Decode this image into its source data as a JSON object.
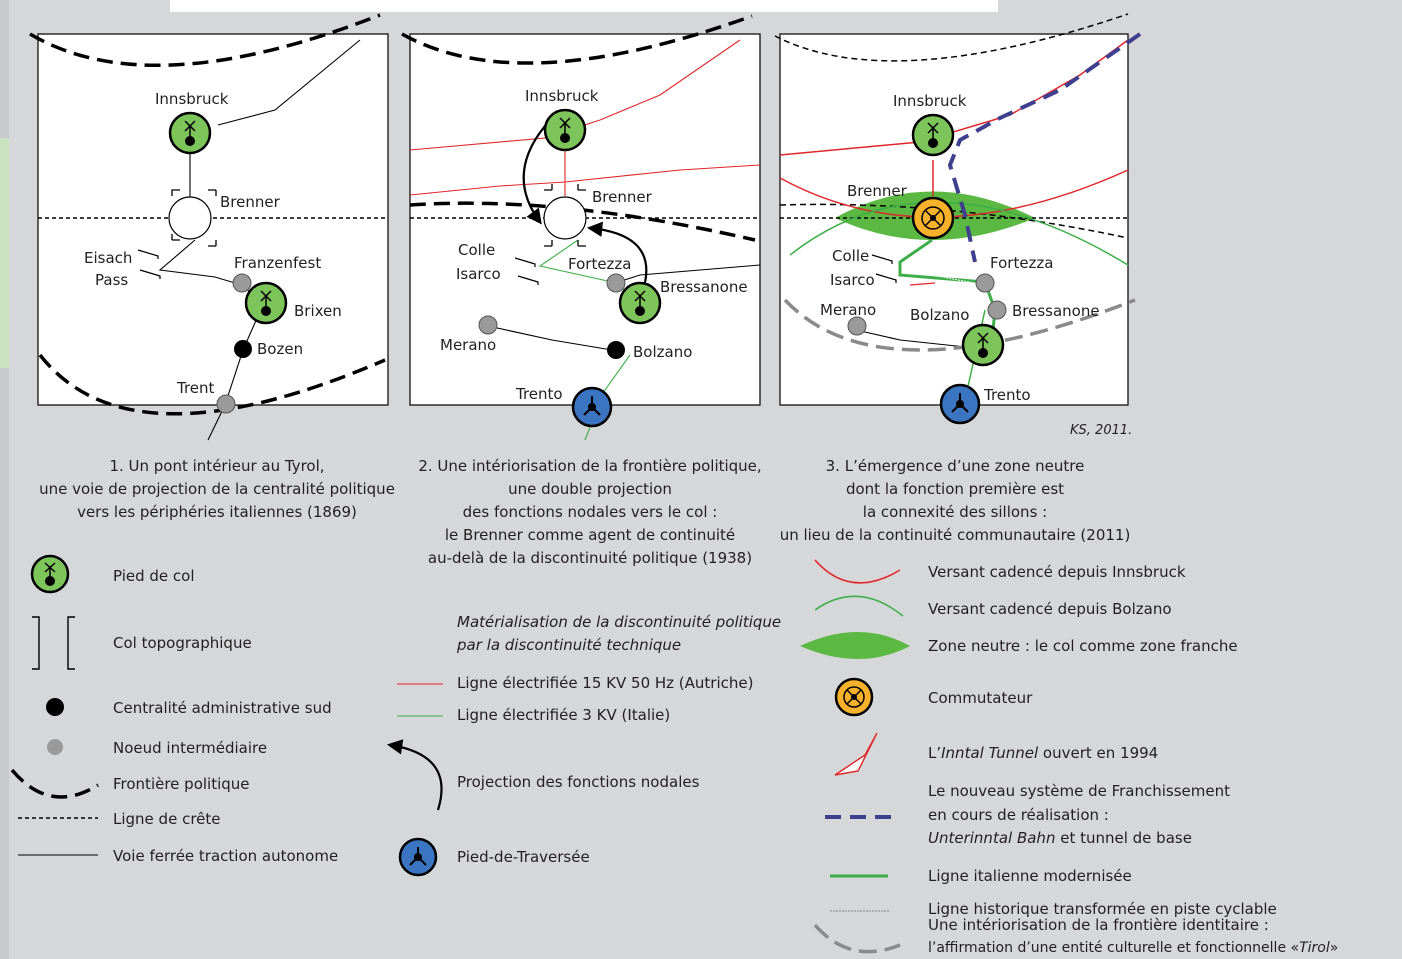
{
  "panels": [
    {
      "places": {
        "innsbruck": "Innsbruck",
        "brenner": "Brenner",
        "eisach": "Eisach",
        "pass": "Pass",
        "franzenfest": "Franzenfest",
        "brixen": "Brixen",
        "bozen": "Bozen",
        "trent": "Trent"
      },
      "caption": [
        "1.  Un pont intérieur au Tyrol,",
        "une voie de projection de la centralité politique",
        "vers les périphéries italiennes (1869)"
      ]
    },
    {
      "places": {
        "innsbruck": "Innsbruck",
        "brenner": "Brenner",
        "colle": "Colle",
        "isarco": "Isarco",
        "fortezza": "Fortezza",
        "bressanone": "Bressanone",
        "merano": "Merano",
        "bolzano": "Bolzano",
        "trento": "Trento"
      },
      "caption": [
        "2. Une intériorisation de la frontière politique,",
        "une double projection",
        "des fonctions nodales vers le col :",
        "le Brenner comme agent de continuité",
        "au-delà de la discontinuité politique (1938)"
      ]
    },
    {
      "places": {
        "innsbruck": "Innsbruck",
        "brenner": "Brenner",
        "colle": "Colle",
        "isarco": "Isarco",
        "fortezza": "Fortezza",
        "bressanone": "Bressanone",
        "merano": "Merano",
        "bolzano": "Bolzano",
        "trento": "Trento"
      },
      "caption": [
        "3. L’émergence d’une zone neutre",
        "dont la fonction première est",
        "la connexité des sillons :",
        "un lieu de la continuité communautaire (2011)"
      ]
    }
  ],
  "credit": "KS, 2011.",
  "legend": {
    "pied_de_col": "Pied de col",
    "col_topographique": "Col topographique",
    "centralite": "Centralité administrative sud",
    "noeud": "Noeud intermédiaire",
    "frontiere": "Frontière politique",
    "crete": "Ligne de crête",
    "voie_ferree": "Voie ferrée traction autonome",
    "materialisation_1": "Matérialisation de la discontinuité politique",
    "materialisation_2": "par la discontinuité technique",
    "ligne_15kv": "Ligne électrifiée 15 KV 50 Hz (Autriche)",
    "ligne_3kv": "Ligne électrifiée 3 KV (Italie)",
    "projection": "Projection des fonctions nodales",
    "pied_traversee": "Pied-de-Traversée",
    "versant_innsbruck": "Versant cadencé depuis Innsbruck",
    "versant_bolzano": "Versant cadencé depuis Bolzano",
    "zone_neutre": "Zone neutre : le col comme zone franche",
    "commutateur": "Commutateur",
    "inntal_prefix": "L’",
    "inntal_italic": "Inntal Tunnel",
    "inntal_suffix": " ouvert en 1994",
    "franchissement_1": "Le nouveau système de Franchissement",
    "franchissement_2": "en cours de réalisation :",
    "franchissement_3_italic": "Unterinntal Bahn",
    "franchissement_3_rest": " et tunnel de base",
    "ligne_italienne": "Ligne italienne modernisée",
    "ligne_historique": "Ligne historique transformée en piste cyclable",
    "frontiere_identitaire_1": "Une intériorisation de la frontière identitaire :",
    "frontiere_identitaire_2": "l’affirmation d’une entité culturelle et fonctionnelle «",
    "frontiere_identitaire_tirol": "Tirol",
    "frontiere_identitaire_end": "»"
  },
  "colors": {
    "background": "#d6d7d9",
    "pied_de_col": "#7dc45a",
    "pied_traversee": "#3b74c0",
    "commutateur": "#f7b12b",
    "austria_line": "#e0262a",
    "italy_line": "#3dae49",
    "new_crossing": "#3f3f8f",
    "identity_border": "#8a8a8a",
    "node_grey": "#9a9a9a"
  }
}
